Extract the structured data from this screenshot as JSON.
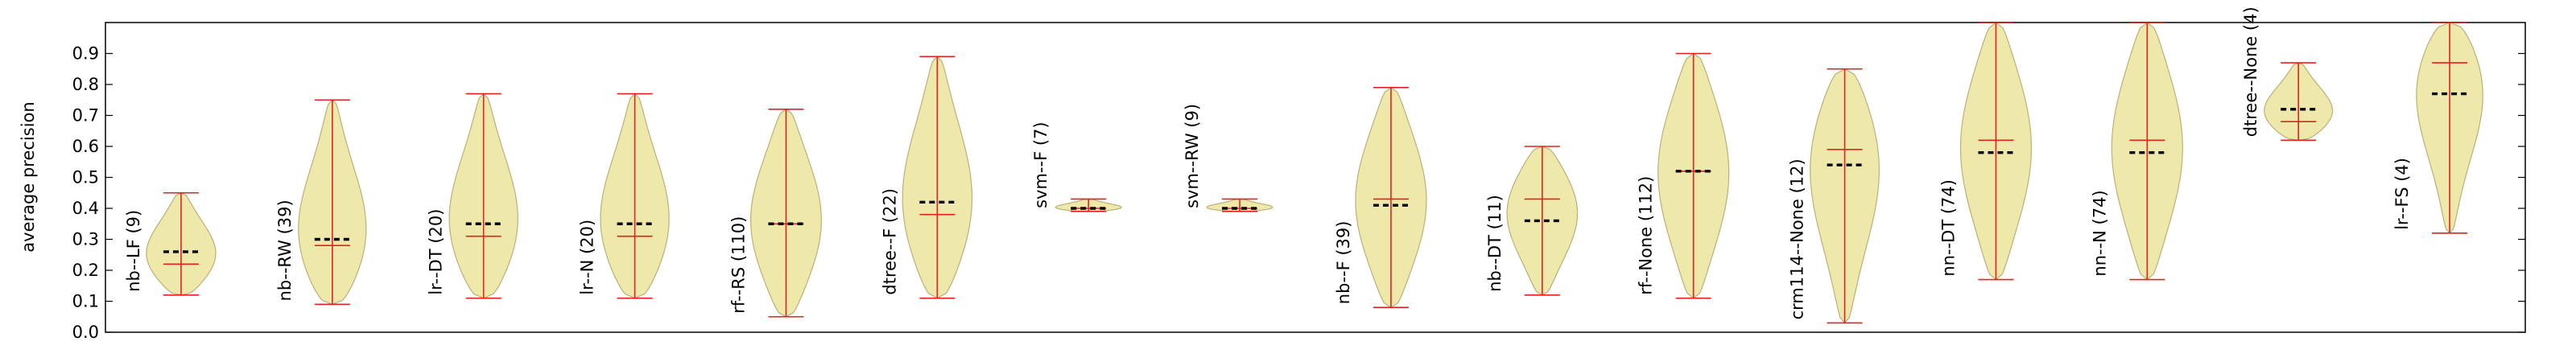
{
  "chart_data": {
    "type": "violin",
    "ylabel": "average precision",
    "ylim": [
      0,
      1
    ],
    "yticks": [
      "0.0",
      "0.1",
      "0.2",
      "0.3",
      "0.4",
      "0.5",
      "0.6",
      "0.7",
      "0.8",
      "0.9"
    ],
    "grid": false,
    "colors": {
      "violin_fill": "#eee8aa",
      "violin_edge": "#b8b27a",
      "range_line": "#e8201c",
      "median_dash": "#000000"
    },
    "categories": [
      {
        "label": "nb--LF (9)",
        "min": 0.12,
        "max": 0.45,
        "mean": 0.22,
        "median": 0.26
      },
      {
        "label": "nb--RW (39)",
        "min": 0.09,
        "max": 0.75,
        "mean": 0.28,
        "median": 0.3
      },
      {
        "label": "lr--DT (20)",
        "min": 0.11,
        "max": 0.77,
        "mean": 0.31,
        "median": 0.35
      },
      {
        "label": "lr--N (20)",
        "min": 0.11,
        "max": 0.77,
        "mean": 0.31,
        "median": 0.35
      },
      {
        "label": "rf--RS (110)",
        "min": 0.05,
        "max": 0.72,
        "mean": 0.35,
        "median": 0.35
      },
      {
        "label": "dtree--F (22)",
        "min": 0.11,
        "max": 0.89,
        "mean": 0.38,
        "median": 0.42
      },
      {
        "label": "svm--F (7)",
        "min": 0.39,
        "max": 0.43,
        "mean": 0.4,
        "median": 0.4
      },
      {
        "label": "svm--RW (9)",
        "min": 0.39,
        "max": 0.43,
        "mean": 0.4,
        "median": 0.4
      },
      {
        "label": "nb--F (39)",
        "min": 0.08,
        "max": 0.79,
        "mean": 0.43,
        "median": 0.41
      },
      {
        "label": "nb--DT (11)",
        "min": 0.12,
        "max": 0.6,
        "mean": 0.43,
        "median": 0.36
      },
      {
        "label": "rf--None (112)",
        "min": 0.11,
        "max": 0.9,
        "mean": 0.52,
        "median": 0.52
      },
      {
        "label": "crm114--None (12)",
        "min": 0.03,
        "max": 0.85,
        "mean": 0.59,
        "median": 0.54
      },
      {
        "label": "nn--DT (74)",
        "min": 0.17,
        "max": 1.0,
        "mean": 0.62,
        "median": 0.58
      },
      {
        "label": "nn--N (74)",
        "min": 0.17,
        "max": 1.0,
        "mean": 0.62,
        "median": 0.58
      },
      {
        "label": "dtree--None (4)",
        "min": 0.62,
        "max": 0.87,
        "mean": 0.68,
        "median": 0.72
      },
      {
        "label": "lr--FS (4)",
        "min": 0.32,
        "max": 1.0,
        "mean": 0.87,
        "median": 0.77
      }
    ]
  }
}
